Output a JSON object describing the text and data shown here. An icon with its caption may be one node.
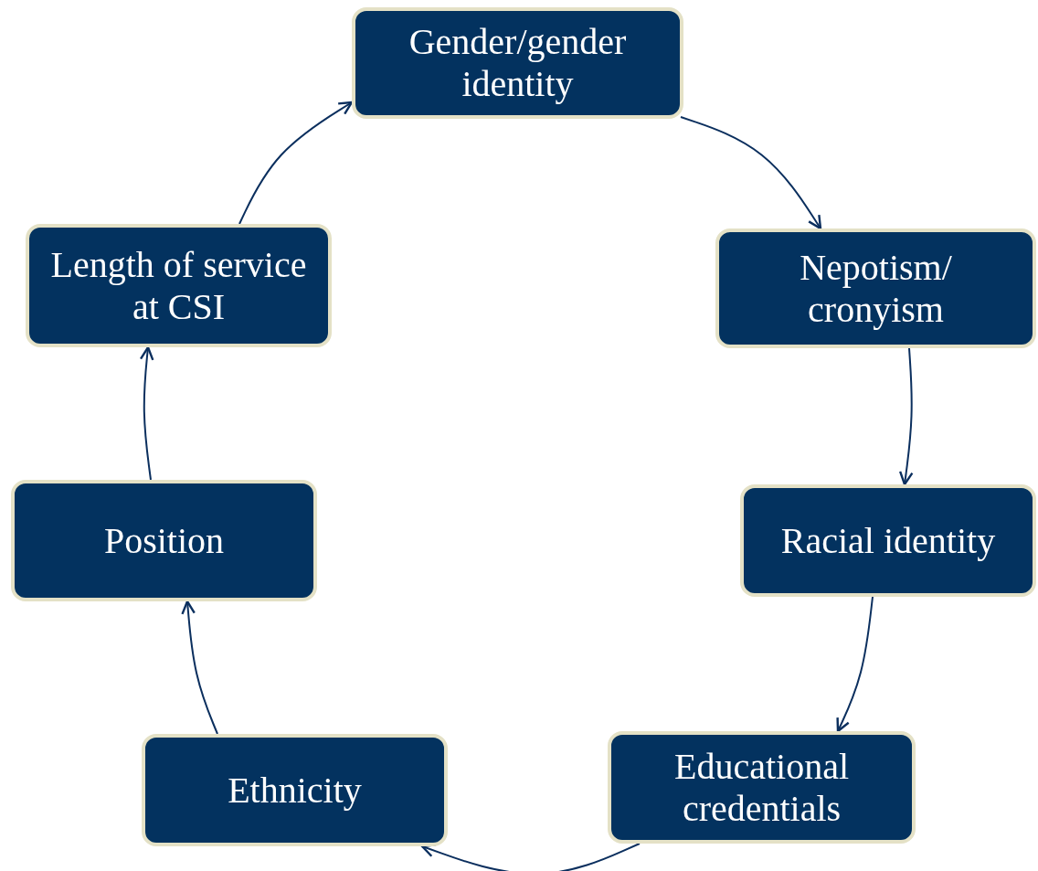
{
  "diagram": {
    "nodes": [
      {
        "text": [
          "Gender/gender identity"
        ]
      },
      {
        "text": [
          "Nepotism/ cronyism"
        ]
      },
      {
        "text": [
          "Racial identity"
        ]
      },
      {
        "text": [
          "Educational credentials"
        ]
      },
      {
        "text": [
          "Ethnicity"
        ]
      },
      {
        "text": [
          "Position"
        ]
      },
      {
        "text": [
          "Length of service at CSI"
        ]
      }
    ],
    "edges": [
      {
        "from": 0,
        "to": 1,
        "arrow": "to"
      },
      {
        "from": 1,
        "to": 2,
        "arrow": "to"
      },
      {
        "from": 2,
        "to": 3,
        "arrow": "to"
      },
      {
        "from": 3,
        "to": 4,
        "arrow": "to"
      },
      {
        "from": 4,
        "to": 5,
        "arrow": "to"
      },
      {
        "from": 5,
        "to": 6,
        "arrow": "to"
      },
      {
        "from": 6,
        "to": 0,
        "arrow": "to"
      }
    ]
  }
}
